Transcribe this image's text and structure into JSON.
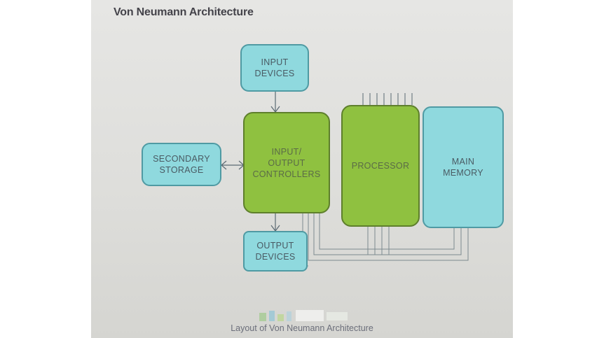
{
  "title": "Von Neumann Architecture",
  "caption": "Layout of Von Neumann Architecture",
  "blocks": {
    "input_devices": "INPUT\nDEVICES",
    "io_controllers": "INPUT/\nOUTPUT\nCONTROLLERS",
    "processor": "PROCESSOR",
    "main_memory": "MAIN\nMEMORY",
    "secondary_storage": "SECONDARY\nSTORAGE",
    "output_devices": "OUTPUT\nDEVICES"
  },
  "colors": {
    "io_block": "#8fc140",
    "device_block": "#8fd9de"
  }
}
